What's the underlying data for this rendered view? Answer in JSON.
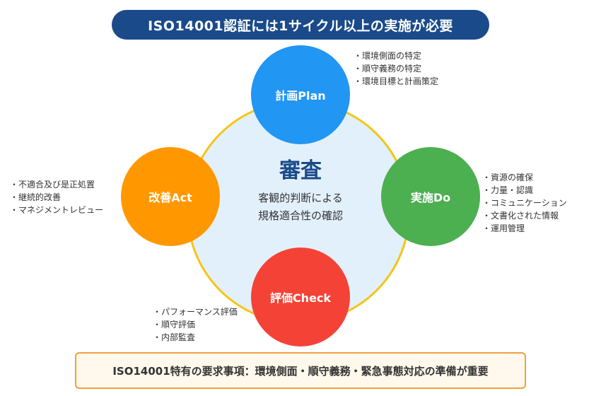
{
  "title": "ISO14001認証には1サイクル以上の実施が必要",
  "center": {
    "title": "審査",
    "subtitle_lines": [
      "客観的判断による",
      "規格適合性の確認"
    ]
  },
  "nodes": {
    "plan": {
      "label": "計画Plan",
      "color": "#2196f3",
      "items": [
        "環境側面の特定",
        "順守義務の特定",
        "環境目標と計画策定"
      ]
    },
    "do": {
      "label": "実施Do",
      "color": "#4caf50",
      "items": [
        "資源の確保",
        "力量・認識",
        "コミュニケーション",
        "文書化された情報",
        "運用管理"
      ]
    },
    "check": {
      "label": "評価Check",
      "color": "#f44336",
      "items": [
        "パフォーマンス評価",
        "順守評価",
        "内部監査"
      ]
    },
    "act": {
      "label": "改善Act",
      "color": "#ff9800",
      "items": [
        "不適合及び是正処置",
        "継続的改善",
        "マネジメントレビュー"
      ]
    }
  },
  "footer": "ISO14001特有の要求事項：環境側面・順守義務・緊急事態対応の準備が重要",
  "colors": {
    "title_banner": "#1a4a8a",
    "ring": "#f5c518",
    "center_fill": "#e2f0fb",
    "footer_border": "#f0a13a"
  }
}
